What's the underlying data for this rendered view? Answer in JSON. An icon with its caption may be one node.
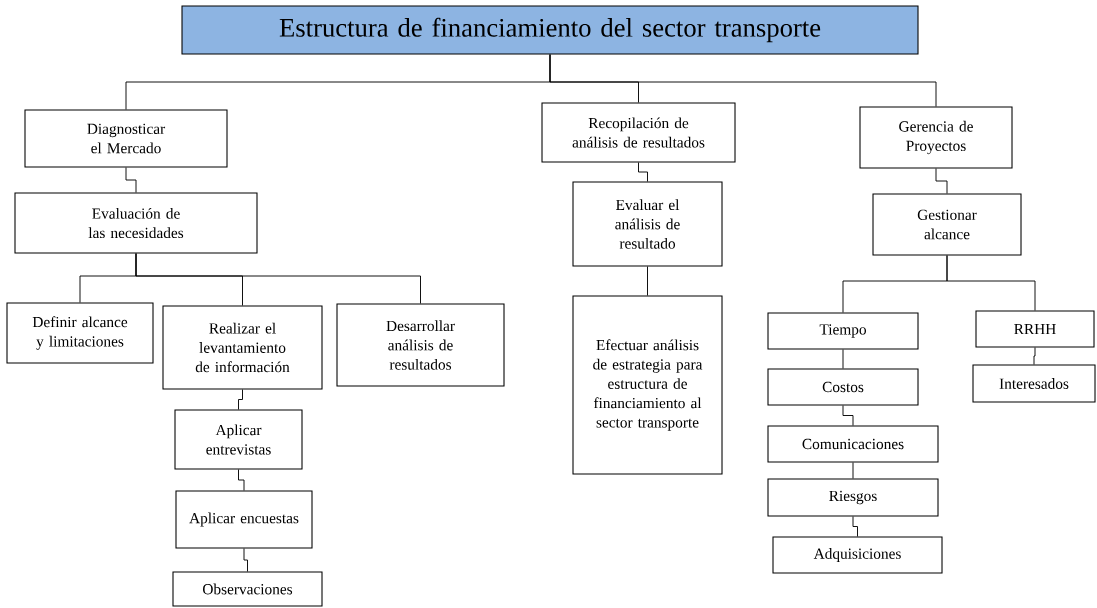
{
  "diagram": {
    "nodes": [
      {
        "text": [
          "Estructura de financiamiento del sector transporte"
        ]
      },
      {
        "text": [
          "Diagnosticar el Mercado"
        ]
      },
      {
        "text": [
          "Recopilación de análisis de resultados"
        ]
      },
      {
        "text": [
          "Gerencia de Proyectos"
        ]
      },
      {
        "text": [
          "Evaluación de las necesidades"
        ]
      },
      {
        "text": [
          "Definir alcance y limitaciones"
        ]
      },
      {
        "text": [
          "Realizar el levantamiento de información"
        ]
      },
      {
        "text": [
          "Desarrollar análisis de resultados"
        ]
      },
      {
        "text": [
          "Aplicar entrevistas"
        ]
      },
      {
        "text": [
          "Aplicar encuestas"
        ]
      },
      {
        "text": [
          "Observaciones"
        ]
      },
      {
        "text": [
          "Evaluar el análisis de resultado"
        ]
      },
      {
        "text": [
          "Efectuar análisis de estrategia para estructura de financiamiento al sector transporte"
        ]
      },
      {
        "text": [
          "Gestionar alcance"
        ]
      },
      {
        "text": [
          "Tiempo"
        ]
      },
      {
        "text": [
          "Costos"
        ]
      },
      {
        "text": [
          "Comunicaciones"
        ]
      },
      {
        "text": [
          "Riesgos"
        ]
      },
      {
        "text": [
          "Adquisiciones"
        ]
      },
      {
        "text": [
          "RRHH"
        ]
      },
      {
        "text": [
          "Interesados"
        ]
      }
    ],
    "edges": [
      {
        "from": 0,
        "to": 1,
        "arrow": "none"
      },
      {
        "from": 0,
        "to": 2,
        "arrow": "none"
      },
      {
        "from": 0,
        "to": 3,
        "arrow": "none"
      },
      {
        "from": 1,
        "to": 4,
        "arrow": "none"
      },
      {
        "from": 4,
        "to": 5,
        "arrow": "none"
      },
      {
        "from": 4,
        "to": 6,
        "arrow": "none"
      },
      {
        "from": 4,
        "to": 7,
        "arrow": "none"
      },
      {
        "from": 6,
        "to": 8,
        "arrow": "none"
      },
      {
        "from": 8,
        "to": 9,
        "arrow": "none"
      },
      {
        "from": 9,
        "to": 10,
        "arrow": "none"
      },
      {
        "from": 2,
        "to": 11,
        "arrow": "none"
      },
      {
        "from": 11,
        "to": 12,
        "arrow": "none"
      },
      {
        "from": 3,
        "to": 13,
        "arrow": "none"
      },
      {
        "from": 13,
        "to": 14,
        "arrow": "none"
      },
      {
        "from": 13,
        "to": 19,
        "arrow": "none"
      },
      {
        "from": 14,
        "to": 15,
        "arrow": "none"
      },
      {
        "from": 15,
        "to": 16,
        "arrow": "none"
      },
      {
        "from": 16,
        "to": 17,
        "arrow": "none"
      },
      {
        "from": 17,
        "to": 18,
        "arrow": "none"
      },
      {
        "from": 19,
        "to": 20,
        "arrow": "none"
      }
    ]
  }
}
